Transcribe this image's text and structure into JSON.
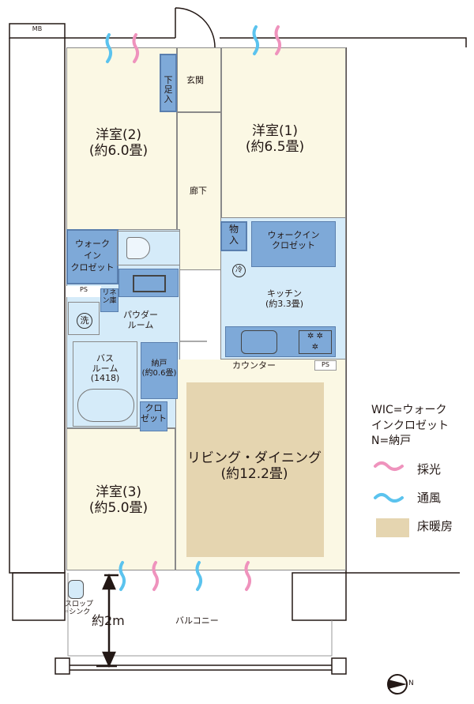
{
  "colors": {
    "room": "#fbf8e4",
    "wet_area": "#d5ebf9",
    "storage": "#7ea9d8",
    "floor_heating": "#e5d5b0",
    "lighting": "#ef93bd",
    "ventilation": "#5bc3ee"
  },
  "labels": {
    "mb": "MB",
    "entrance": "玄関",
    "shoe_storage": "下足入",
    "corridor": "廊下",
    "room2_name": "洋室(2)",
    "room2_size": "(約6.0畳)",
    "room1_name": "洋室(1)",
    "room1_size": "(約6.5畳)",
    "wic_left": "ウォーク\nイン\nクロゼット",
    "ps_left": "PS",
    "linen": "リネ\nン庫",
    "washer": "洗",
    "powder_room": "パウダー\nルーム",
    "bath": "バス\nルーム\n(1418)",
    "storeroom": "納戸\n(約0.6畳)",
    "closet": "クロ\nゼット",
    "room3_name": "洋室(3)",
    "room3_size": "(約5.0畳)",
    "storage": "物\n入",
    "wic_right": "ウォークイン\nクロゼット",
    "fridge": "冷",
    "kitchen_name": "キッチン",
    "kitchen_size": "(約3.3畳)",
    "counter": "カウンター",
    "ps_right": "PS",
    "ld_name": "リビング・ダイニング",
    "ld_size": "(約12.2畳)",
    "slop_sink": "スロップ\n◦シンク",
    "balcony_depth": "約2m",
    "balcony": "バルコニー",
    "north": "N"
  },
  "legend": {
    "abbrev": "WIC=ウォーク\nインクロゼット\nN=納戸",
    "items": [
      {
        "icon": "lighting-wave-icon",
        "label": "採光"
      },
      {
        "icon": "ventilation-wave-icon",
        "label": "通風"
      },
      {
        "icon": "floor-heating-swatch",
        "label": "床暖房"
      }
    ]
  }
}
